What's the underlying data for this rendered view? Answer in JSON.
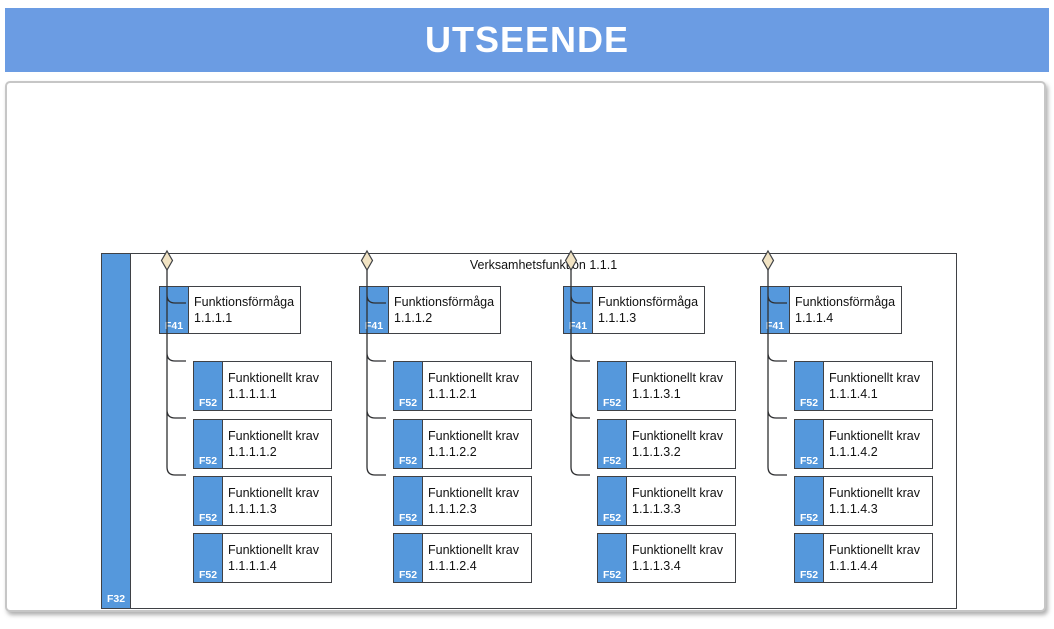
{
  "header": {
    "title": "UTSEENDE"
  },
  "diagram": {
    "container": {
      "code": "F32",
      "title": "Verksamhetsfunktion 1.1.1"
    },
    "columns": [
      {
        "capability": {
          "code": "F41",
          "name": "Funktionsförmåga",
          "id": "1.1.1.1"
        },
        "requirements": [
          {
            "code": "F52",
            "name": "Funktionellt krav",
            "id": "1.1.1.1.1"
          },
          {
            "code": "F52",
            "name": "Funktionellt krav",
            "id": "1.1.1.1.2"
          },
          {
            "code": "F52",
            "name": "Funktionellt krav",
            "id": "1.1.1.1.3"
          },
          {
            "code": "F52",
            "name": "Funktionellt krav",
            "id": "1.1.1.1.4"
          }
        ]
      },
      {
        "capability": {
          "code": "F41",
          "name": "Funktionsförmåga",
          "id": "1.1.1.2"
        },
        "requirements": [
          {
            "code": "F52",
            "name": "Funktionellt krav",
            "id": "1.1.1.2.1"
          },
          {
            "code": "F52",
            "name": "Funktionellt krav",
            "id": "1.1.1.2.2"
          },
          {
            "code": "F52",
            "name": "Funktionellt krav",
            "id": "1.1.1.2.3"
          },
          {
            "code": "F52",
            "name": "Funktionellt krav",
            "id": "1.1.1.2.4"
          }
        ]
      },
      {
        "capability": {
          "code": "F41",
          "name": "Funktionsförmåga",
          "id": "1.1.1.3"
        },
        "requirements": [
          {
            "code": "F52",
            "name": "Funktionellt krav",
            "id": "1.1.1.3.1"
          },
          {
            "code": "F52",
            "name": "Funktionellt krav",
            "id": "1.1.1.3.2"
          },
          {
            "code": "F52",
            "name": "Funktionellt krav",
            "id": "1.1.1.3.3"
          },
          {
            "code": "F52",
            "name": "Funktionellt krav",
            "id": "1.1.1.3.4"
          }
        ]
      },
      {
        "capability": {
          "code": "F41",
          "name": "Funktionsförmåga",
          "id": "1.1.1.4"
        },
        "requirements": [
          {
            "code": "F52",
            "name": "Funktionellt krav",
            "id": "1.1.1.4.1"
          },
          {
            "code": "F52",
            "name": "Funktionellt krav",
            "id": "1.1.1.4.2"
          },
          {
            "code": "F52",
            "name": "Funktionellt krav",
            "id": "1.1.1.4.3"
          },
          {
            "code": "F52",
            "name": "Funktionellt krav",
            "id": "1.1.1.4.4"
          }
        ]
      }
    ]
  },
  "colors": {
    "header_bg": "#6B9CE3",
    "node_blue": "#5598DC",
    "node_border": "#3F4145",
    "diamond_fill": "#F1E3C3",
    "panel_border": "#C6C6C6"
  }
}
